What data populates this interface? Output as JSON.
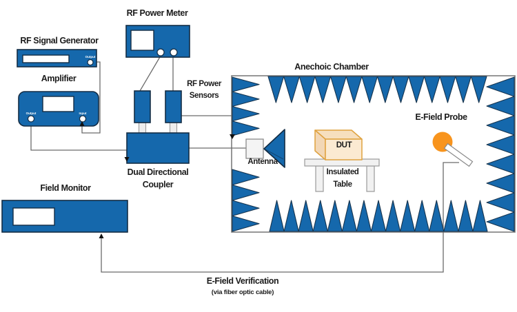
{
  "labels": {
    "rf_signal_generator": "RF Signal Generator",
    "amplifier": "Amplifier",
    "rf_power_meter": "RF Power Meter",
    "rf_power_sensors_1": "RF Power",
    "rf_power_sensors_2": "Sensors",
    "coupler_1": "Dual Directional",
    "coupler_2": "Coupler",
    "anechoic_chamber": "Anechoic Chamber",
    "antenna": "Antenna",
    "dut": "DUT",
    "insulated_table_1": "Insulated",
    "insulated_table_2": "Table",
    "e_field_probe": "E-Field Probe",
    "field_monitor": "Field Monitor",
    "e_field_verification": "E-Field Verification",
    "e_field_verification_sub": "(via fiber optic cable)"
  },
  "ports": {
    "generator_output": "Output",
    "amplifier_output": "Output",
    "amplifier_input": "Input"
  },
  "colors": {
    "device_blue": "#1568AC",
    "device_stroke": "#132C44",
    "absorber": "#1568AC",
    "absorber_stroke": "#16334D",
    "cable": "#6b6b6b",
    "arrow": "#111111",
    "chamber_border": "#7d7d7d",
    "dut_front": "#FBEAD2",
    "dut_top": "#F6DFBE",
    "dut_side": "#F2D7B6",
    "dut_stroke": "#DFA23F",
    "probe_orange": "#F8941D",
    "table_fill": "#F1F1F1",
    "table_stroke": "#9a9a9a",
    "text": "#1b1b1b"
  }
}
